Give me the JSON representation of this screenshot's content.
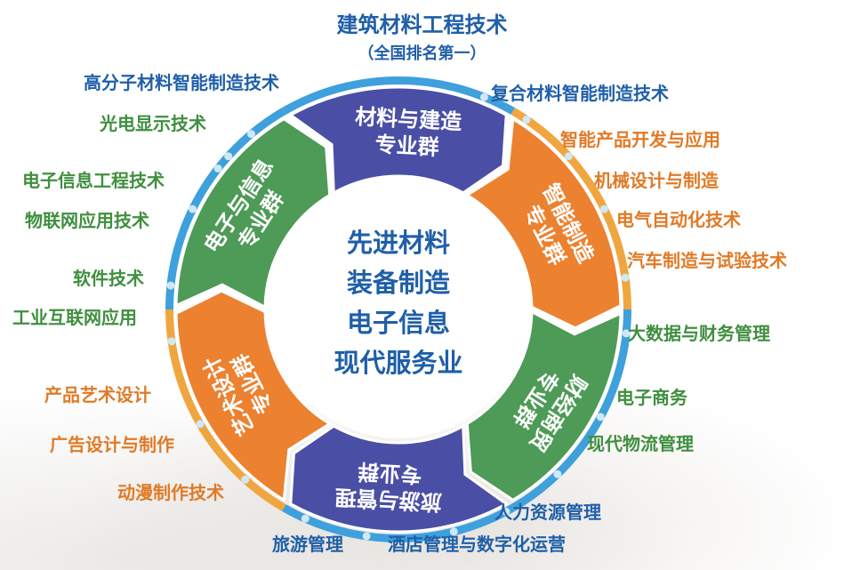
{
  "title": "建筑材料工程技术",
  "subtitle": "（全国排名第一）",
  "center_lines": [
    "先进材料",
    "装备制造",
    "电子信息",
    "现代服务业"
  ],
  "segments": [
    {
      "id": "materials",
      "line1": "材料与建造",
      "line2": "专业群",
      "color": "#4a4fa5"
    },
    {
      "id": "manufacturing",
      "line1": "智能制造",
      "line2": "专业群",
      "color": "#ec8130"
    },
    {
      "id": "finance",
      "line1": "财经商贸",
      "line2": "专业群",
      "color": "#4e9a57"
    },
    {
      "id": "tourism",
      "line1": "旅游与管理",
      "line2": "专业群",
      "color": "#4a4fa5"
    },
    {
      "id": "art",
      "line1": "艺术设计",
      "line2": "专业群",
      "color": "#ec8130"
    },
    {
      "id": "electronics",
      "line1": "电子与信息",
      "line2": "专业群",
      "color": "#4e9a57"
    }
  ],
  "labels": {
    "polymer": "高分子材料智能制造技术",
    "composite": "复合材料智能制造技术",
    "optoelectronic": "光电显示技术",
    "smart_product": "智能产品开发与应用",
    "electronic_info": "电子信息工程技术",
    "mechanical": "机械设计与制造",
    "iot": "物联网应用技术",
    "electrical": "电气自动化技术",
    "software": "软件技术",
    "auto": "汽车制造与试验技术",
    "industrial_internet": "工业互联网应用",
    "big_data": "大数据与财务管理",
    "product_art": "产品艺术设计",
    "ecommerce": "电子商务",
    "advertising": "广告设计与制作",
    "logistics": "现代物流管理",
    "animation": "动漫制作技术",
    "hr": "人力资源管理",
    "tourism_mgmt": "旅游管理",
    "hotel": "酒店管理与数字化运营"
  },
  "colors": {
    "blue": "#1f5fa8",
    "green": "#3f8f3f",
    "orange": "#e07a27",
    "ring_blue": "#3ea0dc",
    "ring_orange": "#f0a640",
    "ring_green": "#8cc06a"
  }
}
